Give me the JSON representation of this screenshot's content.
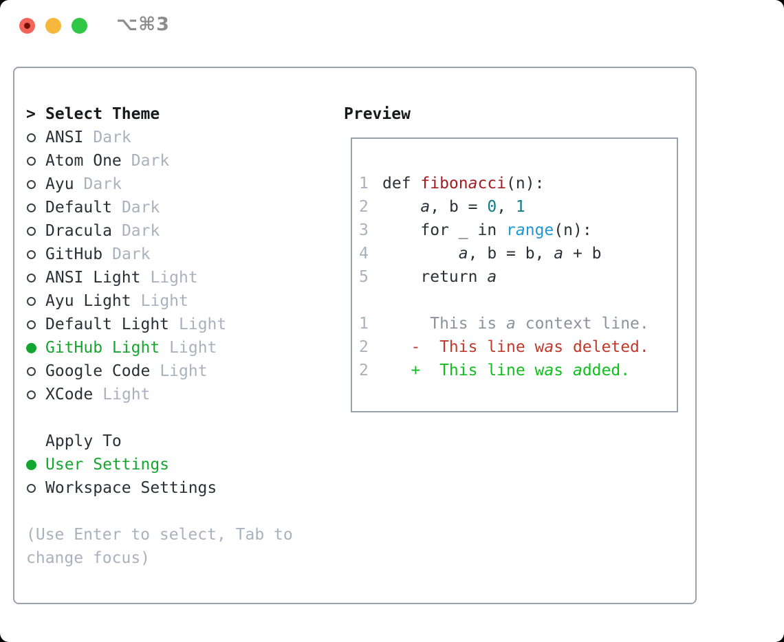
{
  "window": {
    "title": "⌥⌘3",
    "traffic_lights": [
      {
        "icon": "close-button",
        "color": "#f4635a"
      },
      {
        "icon": "minimize-button",
        "color": "#f6b73c"
      },
      {
        "icon": "zoom-button",
        "color": "#30c646"
      }
    ]
  },
  "panel": {
    "theme_menu": {
      "prompt": ">",
      "header": "Select Theme",
      "items": [
        {
          "name": "ANSI",
          "variant": "Dark",
          "selected": false
        },
        {
          "name": "Atom One",
          "variant": "Dark",
          "selected": false
        },
        {
          "name": "Ayu",
          "variant": "Dark",
          "selected": false
        },
        {
          "name": "Default",
          "variant": "Dark",
          "selected": false
        },
        {
          "name": "Dracula",
          "variant": "Dark",
          "selected": false
        },
        {
          "name": "GitHub",
          "variant": "Dark",
          "selected": false
        },
        {
          "name": "ANSI Light",
          "variant": "Light",
          "selected": false
        },
        {
          "name": "Ayu Light",
          "variant": "Light",
          "selected": false
        },
        {
          "name": "Default Light",
          "variant": "Light",
          "selected": false
        },
        {
          "name": "GitHub Light",
          "variant": "Light",
          "selected": true
        },
        {
          "name": "Google Code",
          "variant": "Light",
          "selected": false
        },
        {
          "name": "XCode",
          "variant": "Light",
          "selected": false
        }
      ]
    },
    "apply_to": {
      "header": "Apply To",
      "options": [
        {
          "label": "User Settings",
          "selected": true
        },
        {
          "label": "Workspace Settings",
          "selected": false
        }
      ]
    },
    "hint": "(Use Enter to select, Tab to change focus)"
  },
  "preview": {
    "title": "Preview",
    "lines": [
      {
        "num": "1",
        "segments": [
          {
            "t": "def "
          },
          {
            "t": "fibonacci",
            "c": "fn"
          },
          {
            "t": "(n):"
          }
        ]
      },
      {
        "num": "2",
        "segments": [
          {
            "t": "    a, b = "
          },
          {
            "t": "0",
            "c": "num"
          },
          {
            "t": ", "
          },
          {
            "t": "1",
            "c": "num"
          }
        ]
      },
      {
        "num": "3",
        "segments": [
          {
            "t": "    for _ in "
          },
          {
            "t": "range",
            "c": "builtin"
          },
          {
            "t": "(n):"
          }
        ]
      },
      {
        "num": "4",
        "segments": [
          {
            "t": "        a, b = b, a + b"
          }
        ]
      },
      {
        "num": "5",
        "segments": [
          {
            "t": "    return a"
          }
        ]
      },
      {
        "num": "",
        "segments": []
      },
      {
        "num": "1",
        "segments": [
          {
            "t": "     This is a context line.",
            "c": "ctx"
          }
        ]
      },
      {
        "num": "2",
        "segments": [
          {
            "t": "   -  This line was deleted.",
            "c": "del"
          }
        ]
      },
      {
        "num": "2",
        "segments": [
          {
            "t": "   +  This line was added.",
            "c": "add"
          }
        ]
      }
    ]
  },
  "colors": {
    "text": "#2b3036",
    "muted_gray": "#a9b2bc",
    "context_gray": "#8b939b",
    "border_gray": "#9aa2ac",
    "selection_green": "#16a62e",
    "added_green": "#10bf1d",
    "deleted_red": "#c0392b",
    "function_red": "#a31d22",
    "number_teal": "#0e7c86",
    "builtin_blue": "#1f97d4",
    "traffic_red": "#f4635a",
    "traffic_yellow": "#f6b73c",
    "traffic_green": "#30c646"
  }
}
